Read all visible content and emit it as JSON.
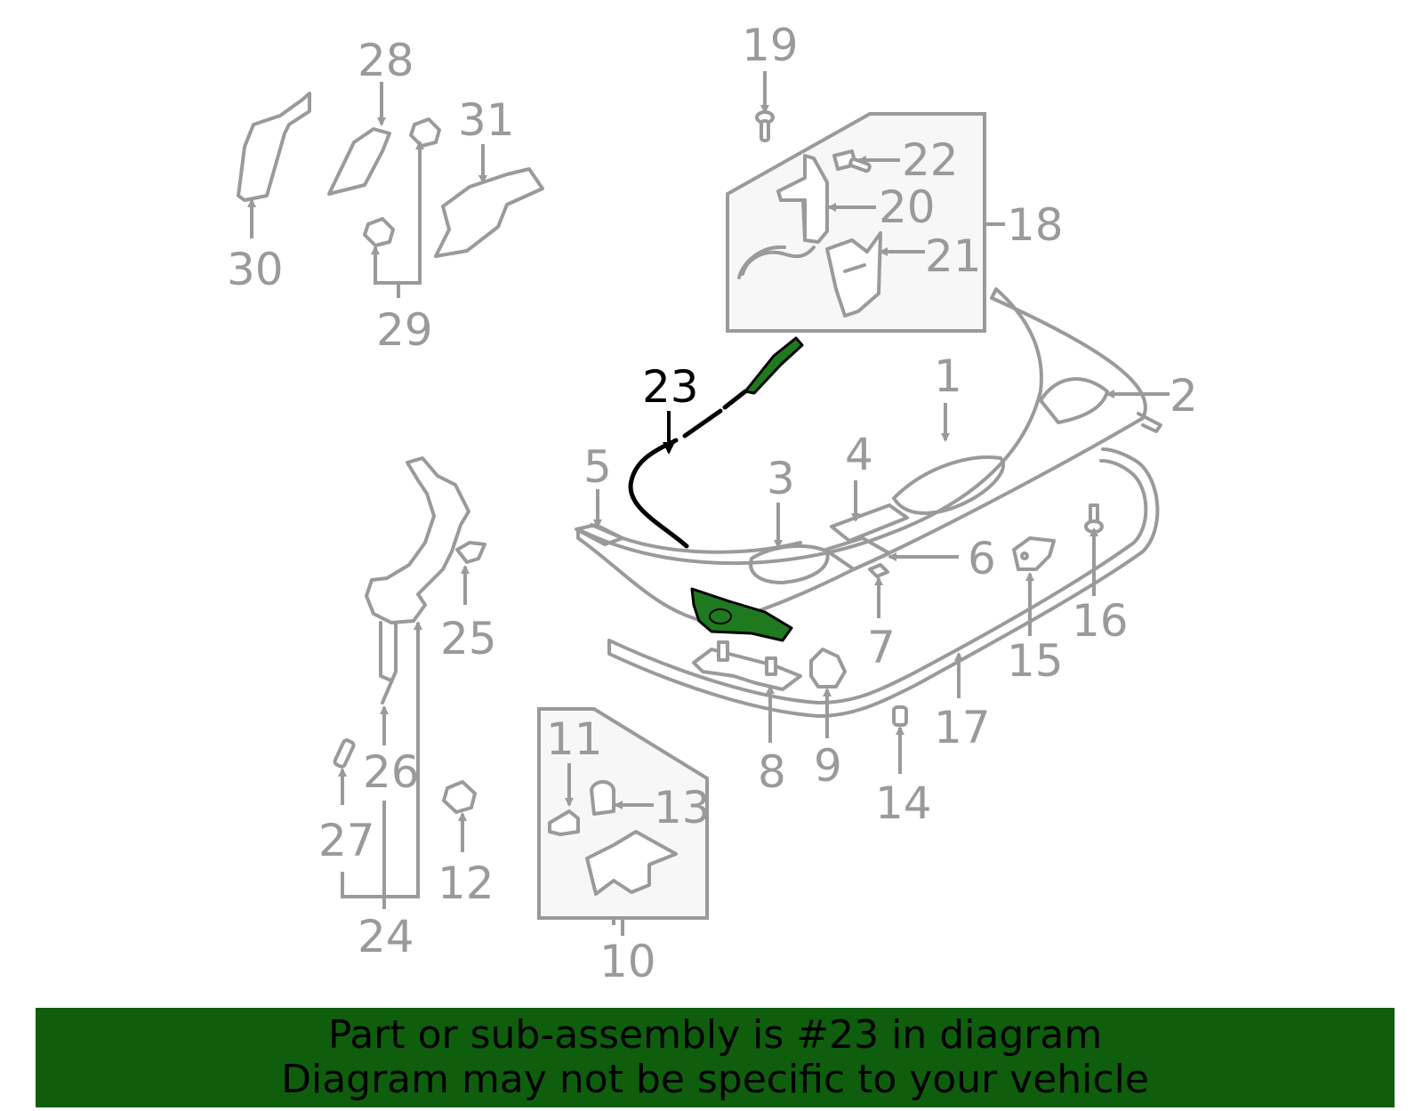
{
  "callouts": {
    "c1": "1",
    "c2": "2",
    "c3": "3",
    "c4": "4",
    "c5": "5",
    "c6": "6",
    "c7": "7",
    "c8": "8",
    "c9": "9",
    "c10": "10",
    "c11": "11",
    "c12": "12",
    "c13": "13",
    "c14": "14",
    "c15": "15",
    "c16": "16",
    "c17": "17",
    "c18": "18",
    "c19": "19",
    "c20": "20",
    "c21": "21",
    "c22": "22",
    "c23": "23",
    "c24": "24",
    "c25": "25",
    "c26": "26",
    "c27": "27",
    "c28": "28",
    "c29": "29",
    "c30": "30",
    "c31": "31"
  },
  "highlight": {
    "part": "23",
    "color": "#1f7a1f"
  },
  "banner": {
    "line1": "Part or sub-assembly is #23 in diagram",
    "line2": "Diagram may not be specific to your vehicle",
    "background": "#0e5e0e"
  }
}
